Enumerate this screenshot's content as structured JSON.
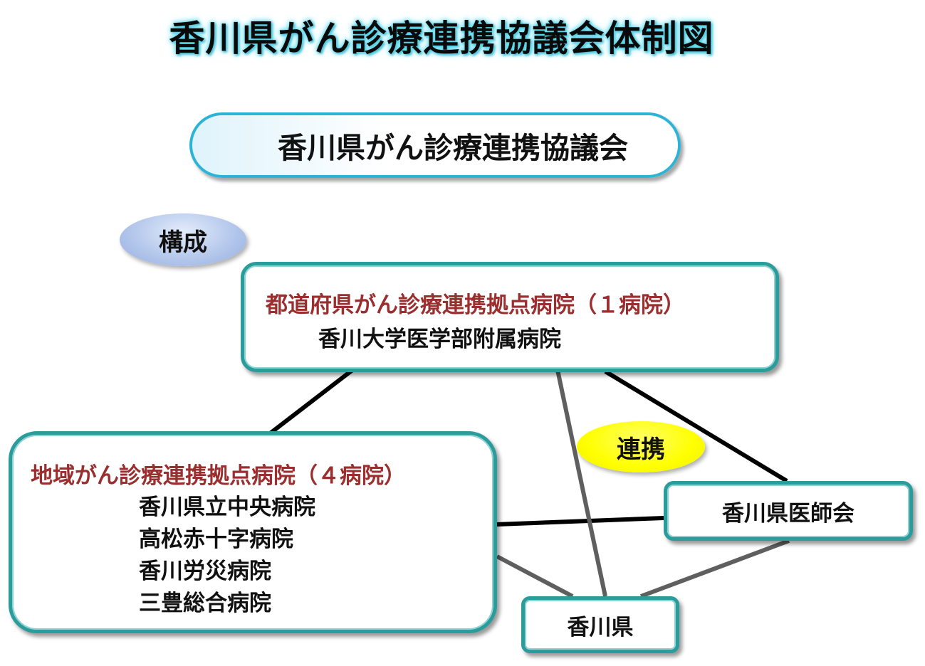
{
  "title": "香川県がん診療連携協議会体制図",
  "council": {
    "label": "香川県がん診療連携協議会"
  },
  "labels": {
    "composition": "構成",
    "cooperation": "連携"
  },
  "prefectural_hospital": {
    "type_label": "都道府県がん診療連携拠点病院（１病院）",
    "name": "香川大学医学部附属病院"
  },
  "regional_hospitals": {
    "type_label": "地域がん診療連携拠点病院（４病院）",
    "names": [
      "香川県立中央病院",
      "高松赤十字病院",
      "香川労災病院",
      "三豊総合病院"
    ]
  },
  "medical_association": {
    "label": "香川県医師会"
  },
  "prefecture": {
    "label": "香川県"
  },
  "colors": {
    "box_border": "#2a9c9c",
    "council_border": "#2db3d6",
    "type_label_text": "#9b2e2e",
    "composition_oval": "#b5c8ec",
    "cooperation_oval": "#ffff00",
    "black_line": "#000000",
    "gray_line": "#5f5f5f"
  }
}
